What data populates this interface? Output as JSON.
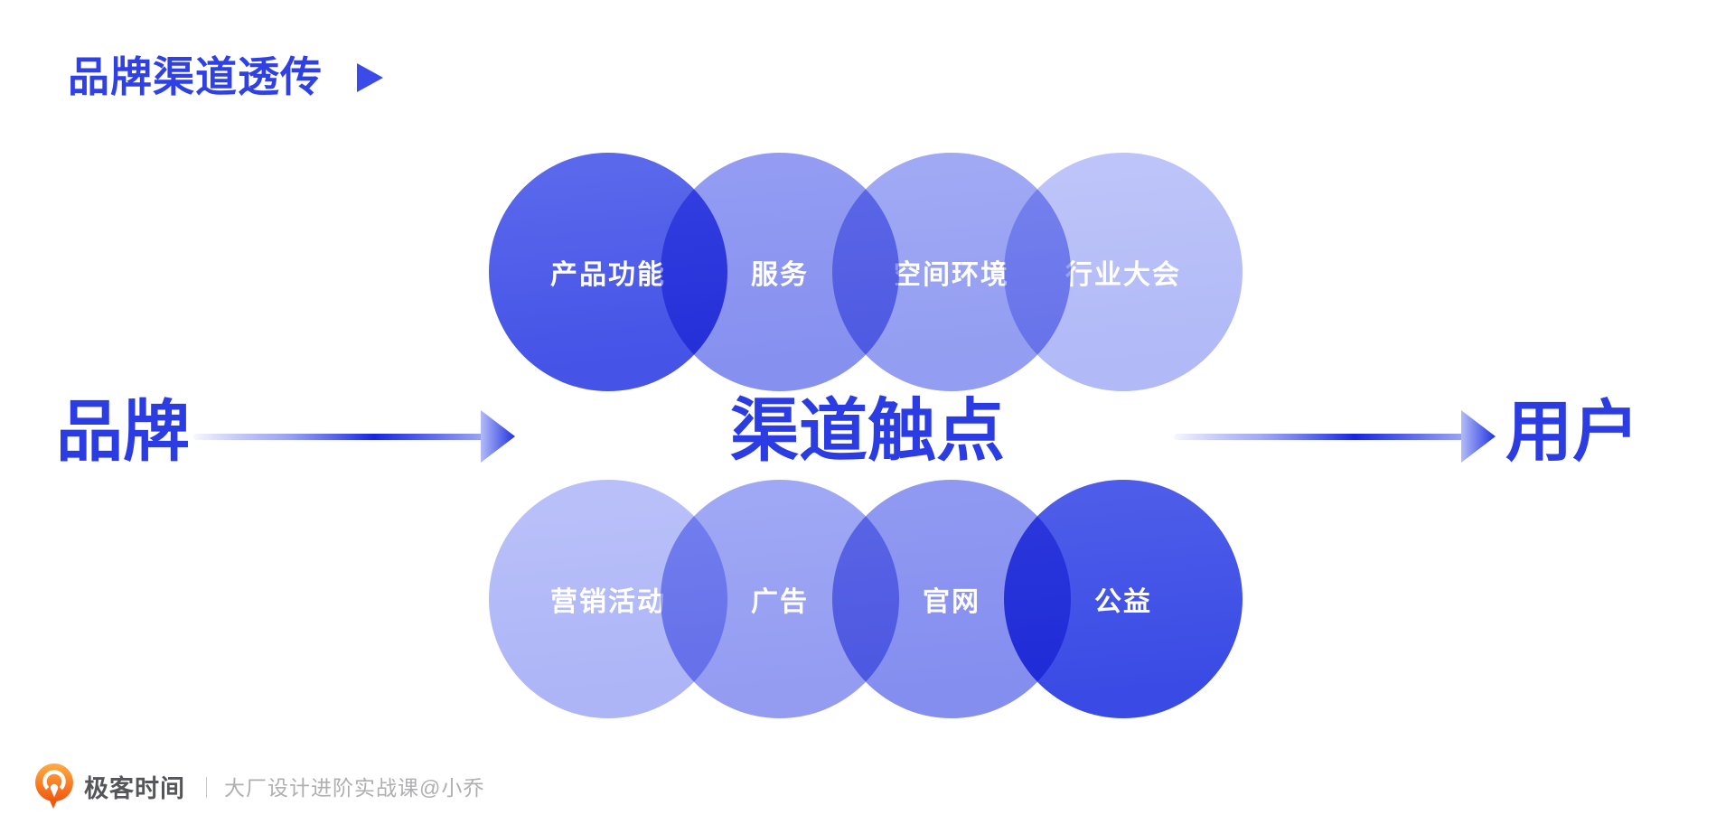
{
  "header": {
    "title": "品牌渠道透传"
  },
  "flow": {
    "left_node": "品牌",
    "center_node": "渠道触点",
    "right_node": "用户",
    "text_color": "#2C3CE3"
  },
  "touchpoints": {
    "top_row": [
      {
        "label": "产品功能",
        "colors": [
          "#5A68EC",
          "#4553E7"
        ]
      },
      {
        "label": "服务",
        "colors": [
          "#939CF2",
          "#8690EF"
        ]
      },
      {
        "label": "空间环境",
        "colors": [
          "#A0A9F4",
          "#939DF1"
        ]
      },
      {
        "label": "行业大会",
        "colors": [
          "#BDC4F9",
          "#B1B9F7"
        ]
      }
    ],
    "bottom_row": [
      {
        "label": "营销活动",
        "colors": [
          "#B9C0F9",
          "#ADB5F7"
        ]
      },
      {
        "label": "广告",
        "colors": [
          "#9FA8F4",
          "#939CF1"
        ]
      },
      {
        "label": "官网",
        "colors": [
          "#9099F1",
          "#848EEF"
        ]
      },
      {
        "label": "公益",
        "colors": [
          "#4D5DE9",
          "#3A4BE5"
        ]
      }
    ]
  },
  "footer": {
    "brand": "极客时间",
    "separator": "｜",
    "course": "大厂设计进阶实战课@小乔"
  },
  "colors": {
    "title_blue": "#2F40E4",
    "flow_text_blue": "#2C3CE3",
    "arrow_dark": "#1726DF",
    "arrow_light": "#98A2F3",
    "circle_label_white": "#FFFFFF",
    "logo_orange": "#F2570F",
    "footer_gray": "#AFAFB1"
  }
}
